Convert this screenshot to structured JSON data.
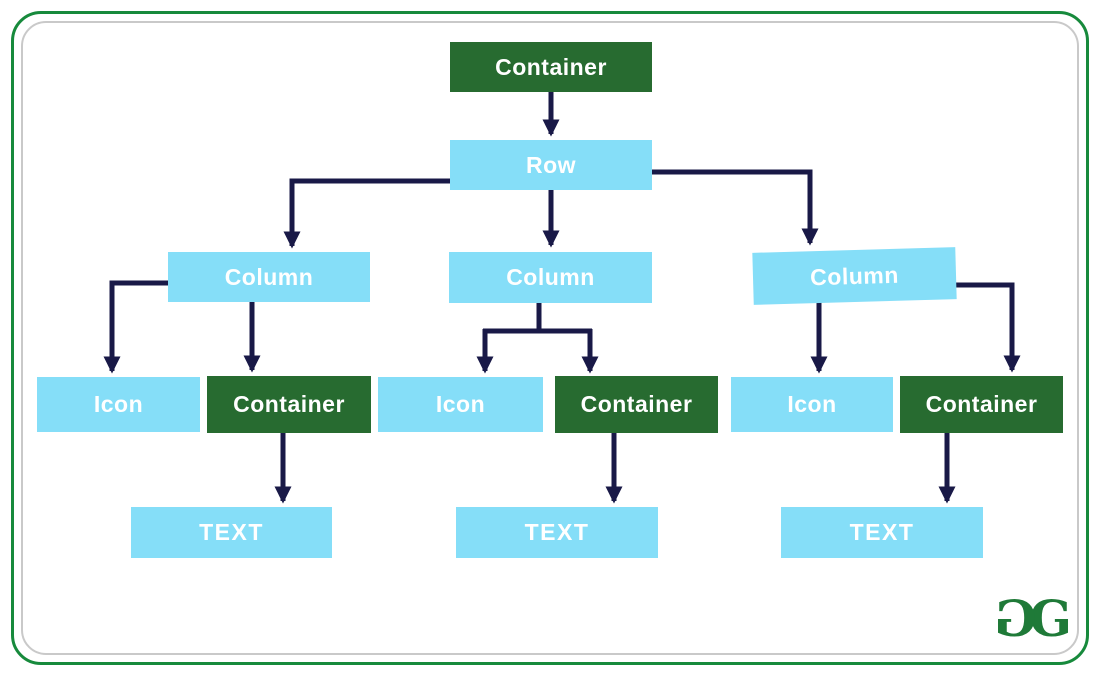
{
  "diagram": {
    "description": "Flutter widget tree: Container > Row > three Columns, each Column holds an Icon and a Container that holds TEXT",
    "nodes": {
      "root": {
        "label": "Container",
        "kind": "container"
      },
      "row": {
        "label": "Row",
        "kind": "row"
      },
      "col1": {
        "label": "Column",
        "kind": "column"
      },
      "col2": {
        "label": "Column",
        "kind": "column"
      },
      "col3": {
        "label": "Column",
        "kind": "column"
      },
      "icon1": {
        "label": "Icon",
        "kind": "icon"
      },
      "cont1": {
        "label": "Container",
        "kind": "container"
      },
      "icon2": {
        "label": "Icon",
        "kind": "icon"
      },
      "cont2": {
        "label": "Container",
        "kind": "container"
      },
      "icon3": {
        "label": "Icon",
        "kind": "icon"
      },
      "cont3": {
        "label": "Container",
        "kind": "container"
      },
      "text1": {
        "label": "TEXT",
        "kind": "text"
      },
      "text2": {
        "label": "TEXT",
        "kind": "text"
      },
      "text3": {
        "label": "TEXT",
        "kind": "text"
      }
    },
    "edges": [
      {
        "from": "root",
        "to": "row"
      },
      {
        "from": "row",
        "to": "col1"
      },
      {
        "from": "row",
        "to": "col2"
      },
      {
        "from": "row",
        "to": "col3"
      },
      {
        "from": "col1",
        "to": "icon1"
      },
      {
        "from": "col1",
        "to": "cont1"
      },
      {
        "from": "col2",
        "to": "icon2"
      },
      {
        "from": "col2",
        "to": "cont2"
      },
      {
        "from": "col3",
        "to": "icon3"
      },
      {
        "from": "col3",
        "to": "cont3"
      },
      {
        "from": "cont1",
        "to": "text1"
      },
      {
        "from": "cont2",
        "to": "text2"
      },
      {
        "from": "cont3",
        "to": "text3"
      }
    ]
  },
  "logo": {
    "glyph_left": "G",
    "glyph_right": "G"
  },
  "colors": {
    "node_green": "#276b30",
    "node_blue": "#85def8",
    "arrow_navy": "#191947",
    "frame_green": "#178a3c",
    "frame_gray": "#c9c9c9",
    "logo_green": "#1f7a38",
    "label_text": "#ffffff"
  }
}
